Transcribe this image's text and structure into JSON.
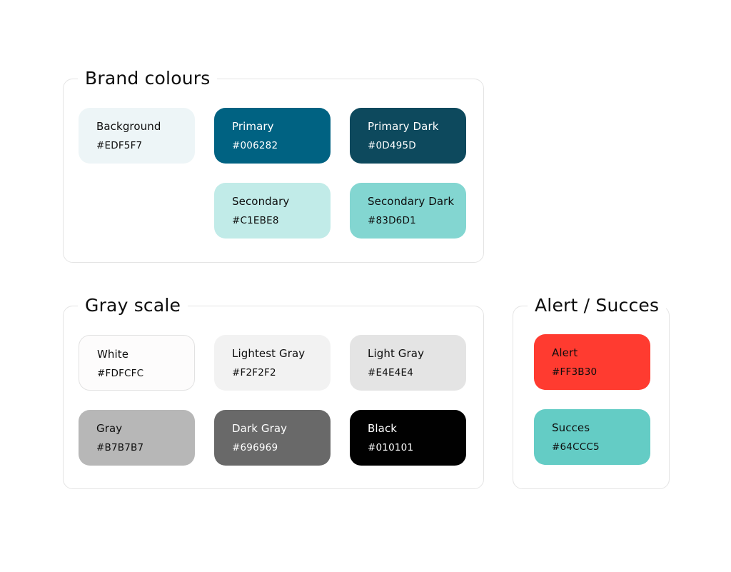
{
  "page": {
    "background": "#FFFFFF",
    "panel_border_color": "#E4E4E4",
    "title_color": "#0D0D0D"
  },
  "sections": {
    "brand": {
      "title": "Brand colours",
      "swatches": [
        {
          "label": "Background",
          "hex": "#EDF5F7",
          "text_color": "#0D0D0D"
        },
        {
          "label": "Primary",
          "hex": "#006282",
          "text_color": "#FFFFFF"
        },
        {
          "label": "Primary Dark",
          "hex": "#0D495D",
          "text_color": "#FFFFFF"
        },
        {
          "label": "Secondary",
          "hex": "#C1EBE8",
          "text_color": "#0D0D0D"
        },
        {
          "label": "Secondary Dark",
          "hex": "#83D6D1",
          "text_color": "#0D0D0D"
        }
      ]
    },
    "gray": {
      "title": "Gray scale",
      "swatches": [
        {
          "label": "White",
          "hex": "#FDFCFC",
          "text_color": "#0D0D0D"
        },
        {
          "label": "Lightest Gray",
          "hex": "#F2F2F2",
          "text_color": "#0D0D0D"
        },
        {
          "label": "Light Gray",
          "hex": "#E4E4E4",
          "text_color": "#0D0D0D"
        },
        {
          "label": "Gray",
          "hex": "#B7B7B7",
          "text_color": "#0D0D0D"
        },
        {
          "label": "Dark Gray",
          "hex": "#696969",
          "text_color": "#FFFFFF"
        },
        {
          "label": "Black",
          "hex": "#010101",
          "text_color": "#FFFFFF"
        }
      ]
    },
    "alert": {
      "title": "Alert / Succes",
      "swatches": [
        {
          "label": "Alert",
          "hex": "#FF3B30",
          "text_color": "#0D0D0D"
        },
        {
          "label": "Succes",
          "hex": "#64CCC5",
          "text_color": "#0D0D0D"
        }
      ]
    }
  }
}
